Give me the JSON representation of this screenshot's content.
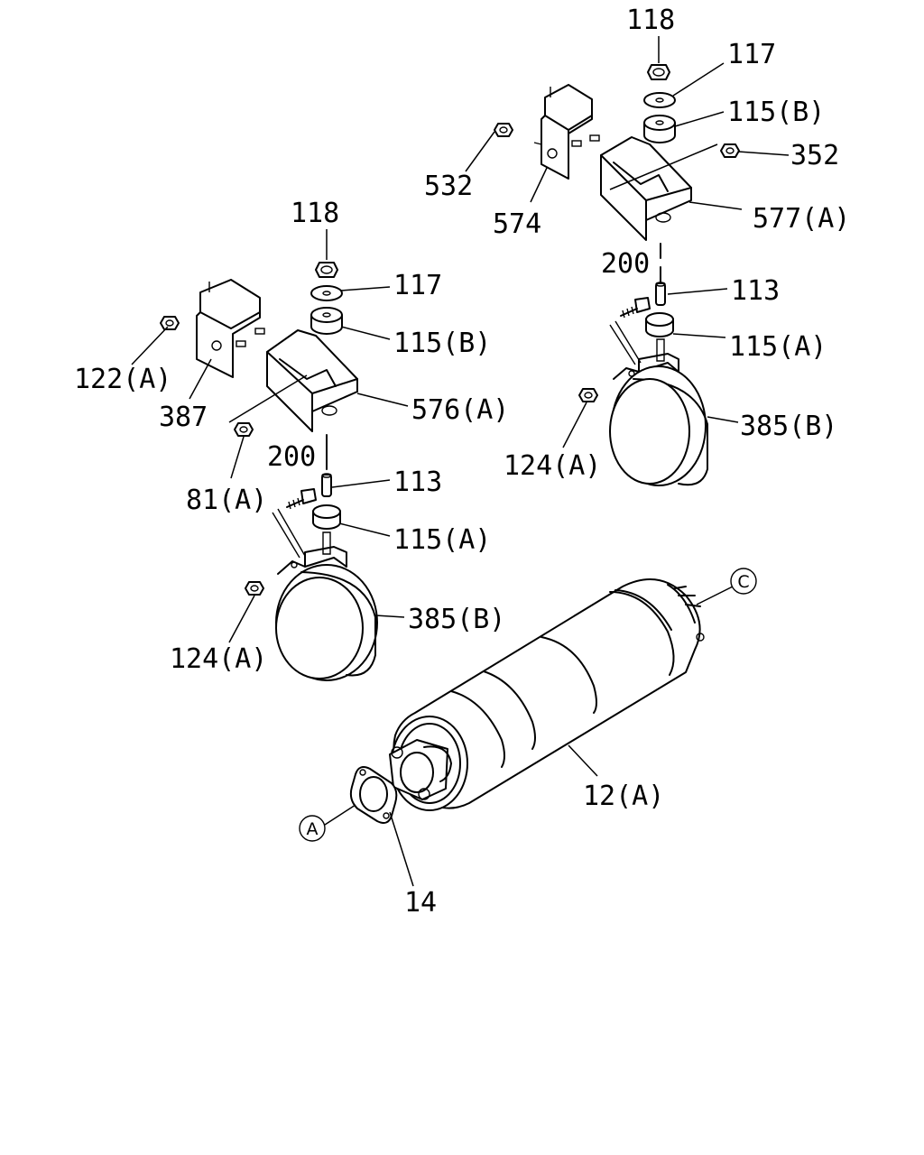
{
  "labels": {
    "l118_top": "118",
    "l117_top": "117",
    "l115b_top": "115(B)",
    "l352": "352",
    "l532": "532",
    "l574": "574",
    "l577a": "577(A)",
    "l200_top": "200",
    "l113_top": "113",
    "l115a_top": "115(A)",
    "l385b_top": "385(B)",
    "l124a_top": "124(A)",
    "l118_mid": "118",
    "l117_mid": "117",
    "l115b_mid": "115(B)",
    "l122a": "122(A)",
    "l387": "387",
    "l576a": "576(A)",
    "l81a": "81(A)",
    "l200_mid": "200",
    "l113_mid": "113",
    "l115a_mid": "115(A)",
    "l385b_mid": "385(B)",
    "l124a_mid": "124(A)",
    "l12a": "12(A)",
    "l14": "14",
    "ref_c": "C",
    "ref_a": "A"
  }
}
